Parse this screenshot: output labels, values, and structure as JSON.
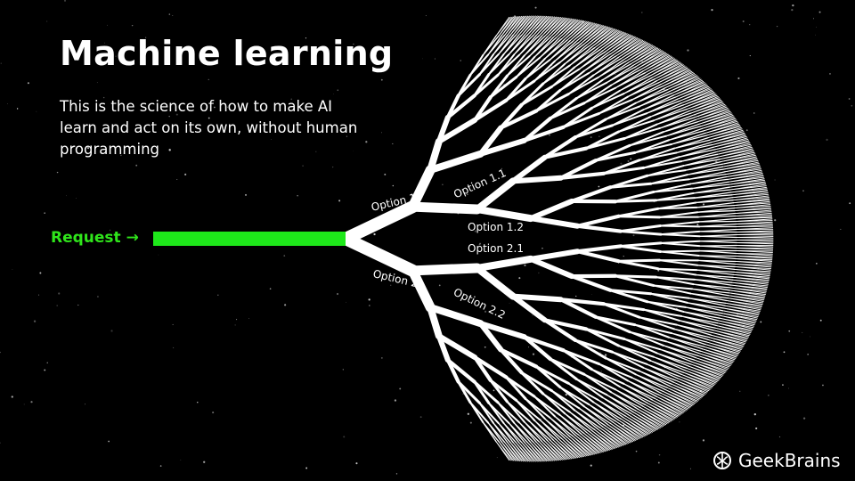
{
  "title": "Machine learning",
  "description": "This is the science of how to make AI learn and act on its own, without human programming",
  "request_label": "Request →",
  "options": {
    "o1": "Option 1",
    "o2": "Option 2",
    "o11": "Option 1.1",
    "o12": "Option 1.2",
    "o21": "Option 2.1",
    "o22": "Option 2.2"
  },
  "brand": {
    "name": "GeekBrains",
    "icon": "brain-icon"
  },
  "colors": {
    "background": "#000000",
    "request": "#22e81a",
    "tree": "#ffffff"
  }
}
